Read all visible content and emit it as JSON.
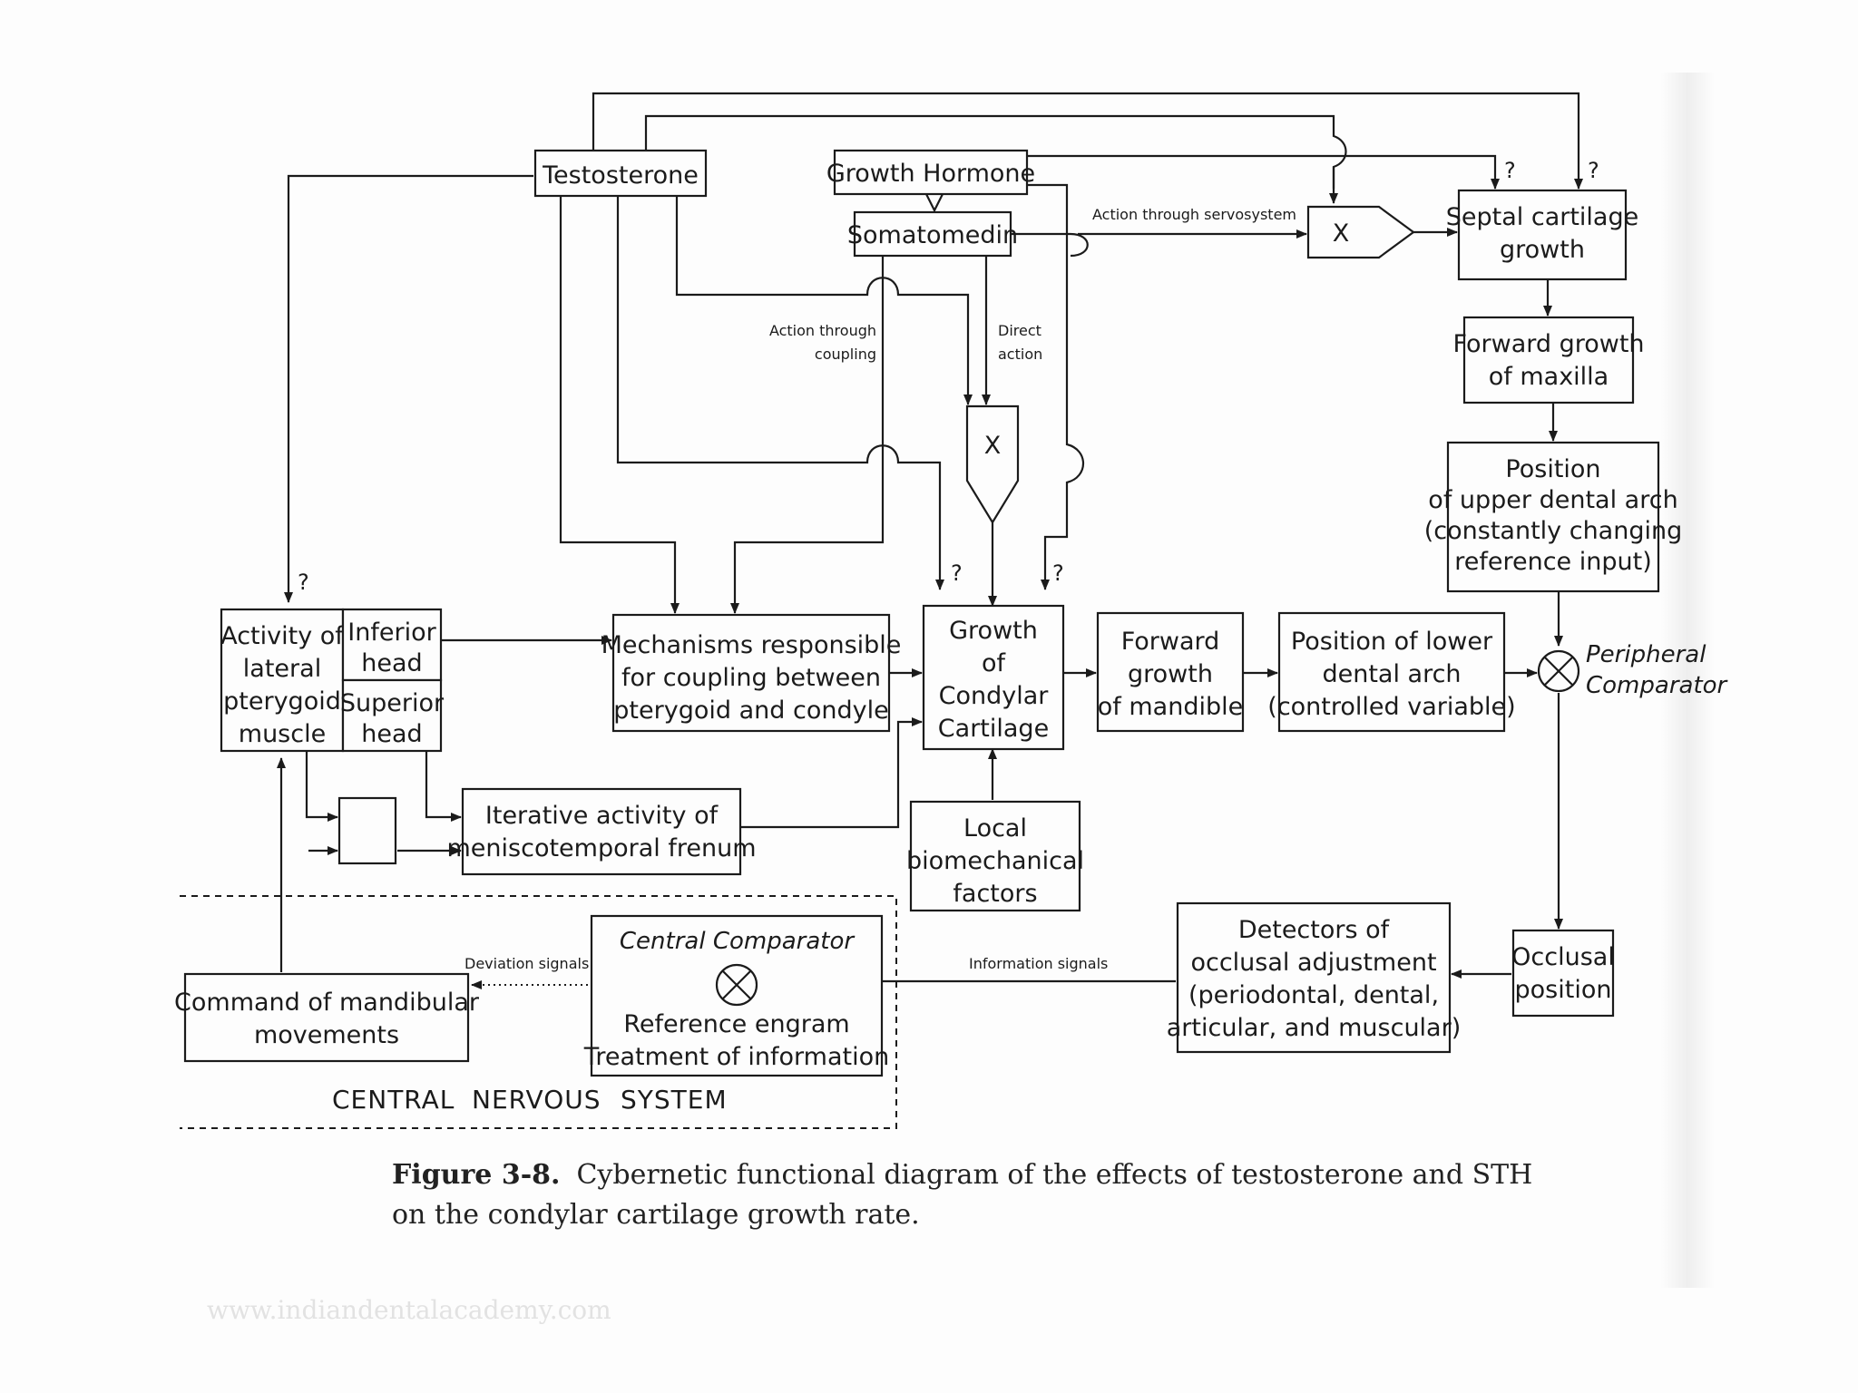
{
  "blocks": {
    "testosterone": "Testosterone",
    "growth_hormone": "Growth Hormone",
    "somatomedin": "Somatomedin",
    "multiplier_x": "X",
    "septal": [
      "Septal cartilage",
      "growth"
    ],
    "maxilla": [
      "Forward growth",
      "of maxilla"
    ],
    "upper_arch": [
      "Position",
      "of upper dental arch",
      "(constantly changing",
      "reference input)"
    ],
    "lateral_pterygoid": [
      "Activity of",
      "lateral",
      "pterygoid",
      "muscle"
    ],
    "inferior_head": [
      "Inferior",
      "head"
    ],
    "superior_head": [
      "Superior",
      "head"
    ],
    "coupling": [
      "Mechanisms responsible",
      "for coupling between",
      "pterygoid and condyle"
    ],
    "condylar": [
      "Growth",
      "of",
      "Condylar",
      "Cartilage"
    ],
    "mandible": [
      "Forward",
      "growth",
      "of mandible"
    ],
    "lower_arch": [
      "Position of lower",
      "dental arch",
      "(controlled variable)"
    ],
    "peripheral": [
      "Peripheral",
      "Comparator"
    ],
    "frenum": [
      "Iterative activity of",
      "meniscotemporal frenum"
    ],
    "local": [
      "Local",
      "biomechanical",
      "factors"
    ],
    "occlusal_position": [
      "Occlusal",
      "position"
    ],
    "detectors": [
      "Detectors of",
      "occlusal adjustment",
      "(periodontal, dental,",
      "articular, and muscular)"
    ],
    "central_comparator": "Central Comparator",
    "reference": [
      "Reference engram",
      "Treatment of information"
    ],
    "command": [
      "Command of mandibular",
      "movements"
    ]
  },
  "edge_labels": {
    "servosystem": "Action through servosystem",
    "coupling_action": [
      "Action through",
      "coupling"
    ],
    "direct_action": [
      "Direct",
      "action"
    ],
    "deviation": "Deviation signals",
    "information": "Information signals",
    "unknown": "?"
  },
  "cns_label": [
    "CENTRAL",
    "NERVOUS",
    "SYSTEM"
  ],
  "caption": {
    "figure": "Figure 3-8.",
    "text": "Cybernetic functional diagram of the effects of testosterone and STH on the condylar cartilage growth rate."
  },
  "watermark": "www.indiandentalacademy.com"
}
